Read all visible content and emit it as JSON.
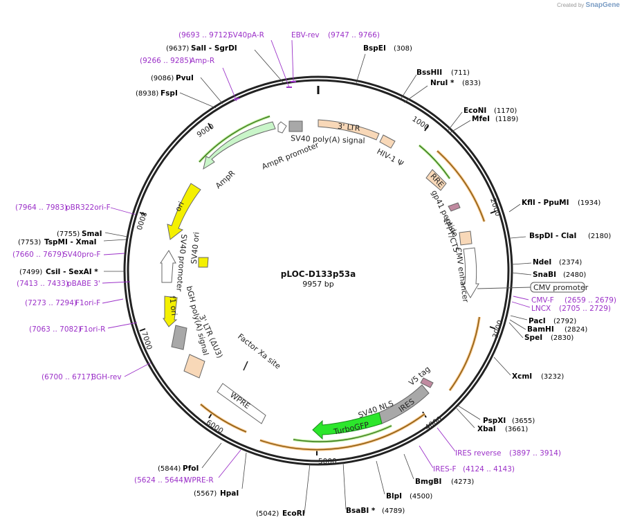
{
  "watermark": {
    "prefix": "Created by",
    "brand": "SnapGene"
  },
  "plasmid": {
    "name": "pLOC-D133p53a",
    "length": "9957 bp"
  },
  "colors": {
    "primer": "#9b30c8",
    "backbone": "#222222",
    "feature_orange": "#f8d8b8",
    "feature_green": "#c9f5c9",
    "ori_yellow": "#f4f000",
    "gfp_green": "#2ce62c",
    "grey": "#aaaaaa"
  },
  "ticks": [
    "1000",
    "2000",
    "3000",
    "4000",
    "5000",
    "6000",
    "7000",
    "8000",
    "9000"
  ],
  "sites": [
    {
      "name": "BspEI",
      "pos": "(308)"
    },
    {
      "name": "BssHII",
      "pos": "(711)"
    },
    {
      "name": "NruI *",
      "pos": "(833)"
    },
    {
      "name": "EcoNI",
      "pos": "(1170)"
    },
    {
      "name": "MfeI",
      "pos": "(1189)"
    },
    {
      "name": "KflI - PpuMI",
      "pos": "(1934)"
    },
    {
      "name": "BspDI - ClaI",
      "pos": "(2180)"
    },
    {
      "name": "NdeI",
      "pos": "(2374)"
    },
    {
      "name": "SnaBI",
      "pos": "(2480)"
    },
    {
      "name": "PacI",
      "pos": "(2792)"
    },
    {
      "name": "BamHI",
      "pos": "(2824)"
    },
    {
      "name": "SpeI",
      "pos": "(2830)"
    },
    {
      "name": "XcmI",
      "pos": "(3232)"
    },
    {
      "name": "PspXI",
      "pos": "(3655)"
    },
    {
      "name": "XbaI",
      "pos": "(3661)"
    },
    {
      "name": "BmgBI",
      "pos": "(4273)"
    },
    {
      "name": "BlpI",
      "pos": "(4500)"
    },
    {
      "name": "BsaBI *",
      "pos": "(4789)"
    },
    {
      "name": "EcoRI",
      "pos": "(5042)"
    },
    {
      "name": "HpaI",
      "pos": "(5567)"
    },
    {
      "name": "PfoI",
      "pos": "(5844)"
    },
    {
      "name": "CsiI - SexAI *",
      "pos": "(7499)"
    },
    {
      "name": "TspMI - XmaI",
      "pos": "(7753)"
    },
    {
      "name": "SmaI",
      "pos": "(7755)"
    },
    {
      "name": "FspI",
      "pos": "(8938)"
    },
    {
      "name": "PvuI",
      "pos": "(9086)"
    },
    {
      "name": "SalI - SgrDI",
      "pos": "(9637)"
    }
  ],
  "primers": [
    {
      "name": "SV40pA-R",
      "pos": "(9693 .. 9712)"
    },
    {
      "name": "EBV-rev",
      "pos": "(9747 .. 9766)"
    },
    {
      "name": "Amp-R",
      "pos": "(9266 .. 9285)"
    },
    {
      "name": "pBR322ori-F",
      "pos": "(7964 .. 7983)"
    },
    {
      "name": "SV40pro-F",
      "pos": "(7660 .. 7679)"
    },
    {
      "name": "pBABE 3'",
      "pos": "(7413 .. 7433)"
    },
    {
      "name": "F1ori-F",
      "pos": "(7273 .. 7294)"
    },
    {
      "name": "F1ori-R",
      "pos": "(7063 .. 7082)"
    },
    {
      "name": "BGH-rev",
      "pos": "(6700 .. 6717)"
    },
    {
      "name": "WPRE-R",
      "pos": "(5624 .. 5644)"
    },
    {
      "name": "IRES-F",
      "pos": "(4124 .. 4143)"
    },
    {
      "name": "IRES reverse",
      "pos": "(3897 .. 3914)"
    },
    {
      "name": "CMV-F",
      "pos": "(2659 .. 2679)"
    },
    {
      "name": "LNCX",
      "pos": "(2705 .. 2729)"
    }
  ],
  "features": {
    "ltr3": "3' LTR",
    "hiv": "HIV-1 Ψ",
    "rre": "RRE",
    "gp41": "gp41 peptide",
    "cppt": "cPPT/CTS",
    "cmv_enh": "CMV enhancer",
    "cmv_prom": "CMV promoter",
    "v5": "V5 tag",
    "ires": "IRES",
    "sv40nls": "SV40 NLS",
    "gfp": "TurboGFP",
    "factorxa": "Factor Xa site",
    "wpre": "WPRE",
    "ltr_du3": "3' LTR (ΔU3)",
    "bgh": "bGH poly(A) signal",
    "f1ori": "f1 ori",
    "sv40prom": "SV40 promoter",
    "sv40ori": "SV40 ori",
    "ori": "ori",
    "ampr": "AmpR",
    "ampr_prom": "AmpR promoter",
    "sv40pa": "SV40 poly(A) signal"
  }
}
